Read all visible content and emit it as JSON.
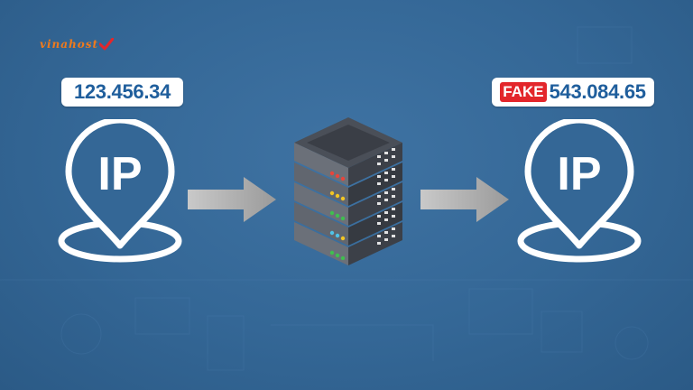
{
  "brand": {
    "logo_text": "vinahost"
  },
  "source": {
    "ip_address": "123.456.34",
    "pin_label": "IP"
  },
  "destination": {
    "badge": "FAKE",
    "ip_address": "543.084.65",
    "pin_label": "IP"
  },
  "colors": {
    "background": "#346796",
    "label_text": "#1f5e9c",
    "badge": "#e3262b",
    "brand": "#f07a1c",
    "arrow": "#a9a9a9"
  },
  "icons": [
    "location-pin-icon",
    "right-arrow-icon",
    "server-rack-icon",
    "checkmark-icon"
  ]
}
